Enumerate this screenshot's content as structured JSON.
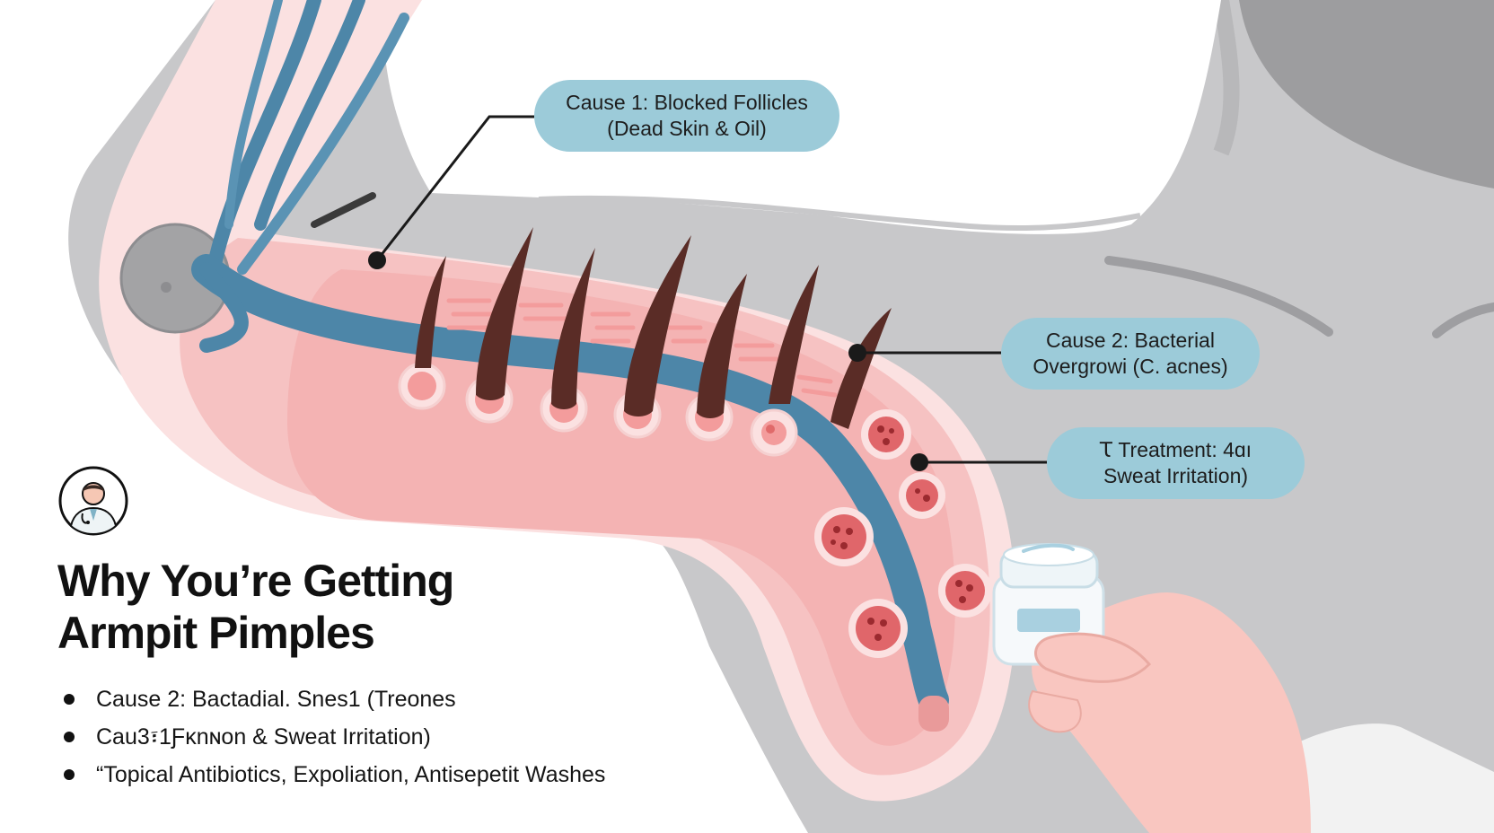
{
  "callouts": [
    {
      "line1": "Cause 1: Blocked Follicles",
      "line2": "(Dead Skin & Oil)"
    },
    {
      "line1": "Cause 2: Bacterial",
      "line2": "Overgrowi (C. acnes)"
    },
    {
      "line1": "Ꚍ Treatment: 4ɑı",
      "line2": "Sweat Irritation)"
    }
  ],
  "title": {
    "line1": "Why You’re Getting",
    "line2": "Armpit Pimples"
  },
  "bullets": [
    "Cause 2: Bactadial. Snes1 (Treones",
    "Cau3፣1Ƒᴋnɴon & Sweat Irritation)",
    "“Topical Antibiotics, Expoliation, Antisepetit Washes"
  ],
  "icons": {
    "badge": "doctor-icon"
  },
  "colors": {
    "callout_fill": "#9ccbd9",
    "skin_pink": "#f4b3b3",
    "vein_blue": "#4d86a8",
    "hair_brown": "#5a2c26",
    "body_gray": "#c8c8ca"
  }
}
